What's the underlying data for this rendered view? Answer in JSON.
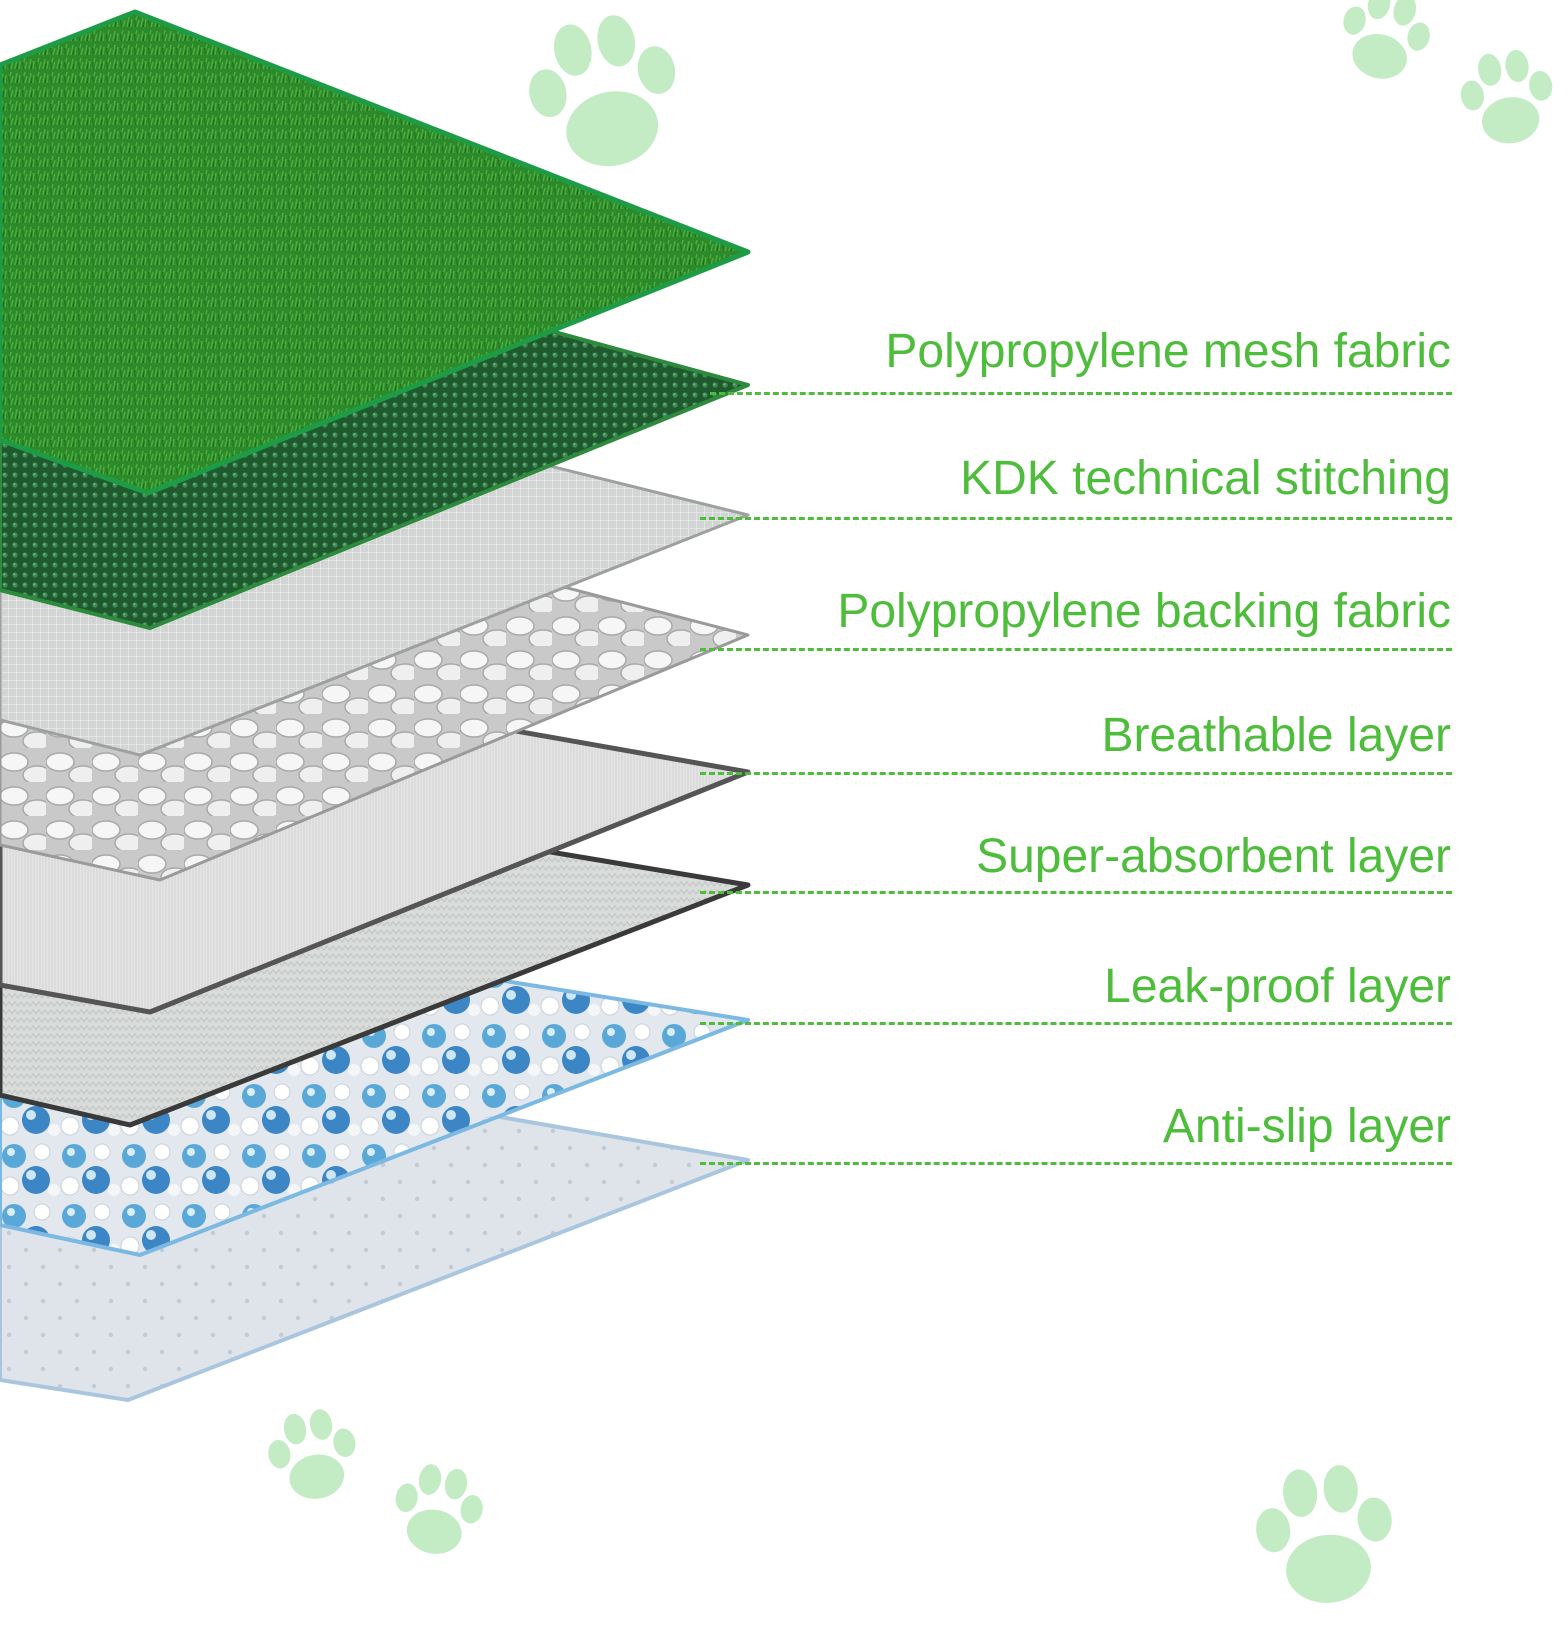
{
  "colors": {
    "label_text": "#4fbd3c",
    "leader_line": "#4fbd3c",
    "paw_print": "#c3ecc4",
    "grass": "#2f8a2a",
    "grass_edge": "#1e9c45",
    "mesh": "#245e32",
    "backing_fabric": "#c9cbca",
    "breathable": "#e6e6e6",
    "absorbent": "#d8dad9",
    "leak_proof_beads": "#59a9d8",
    "anti_slip": "#cfe0ec"
  },
  "decorations": {
    "icon": "paw-print-icon",
    "count": 6
  },
  "layers": [
    {
      "id": "mesh",
      "label": "Polypropylene mesh fabric"
    },
    {
      "id": "stitching",
      "label": "KDK technical stitching"
    },
    {
      "id": "backing",
      "label": "Polypropylene backing fabric"
    },
    {
      "id": "breathable",
      "label": "Breathable layer"
    },
    {
      "id": "absorbent",
      "label": "Super-absorbent layer"
    },
    {
      "id": "leakproof",
      "label": "Leak-proof layer"
    },
    {
      "id": "antislip",
      "label": "Anti-slip layer"
    }
  ]
}
